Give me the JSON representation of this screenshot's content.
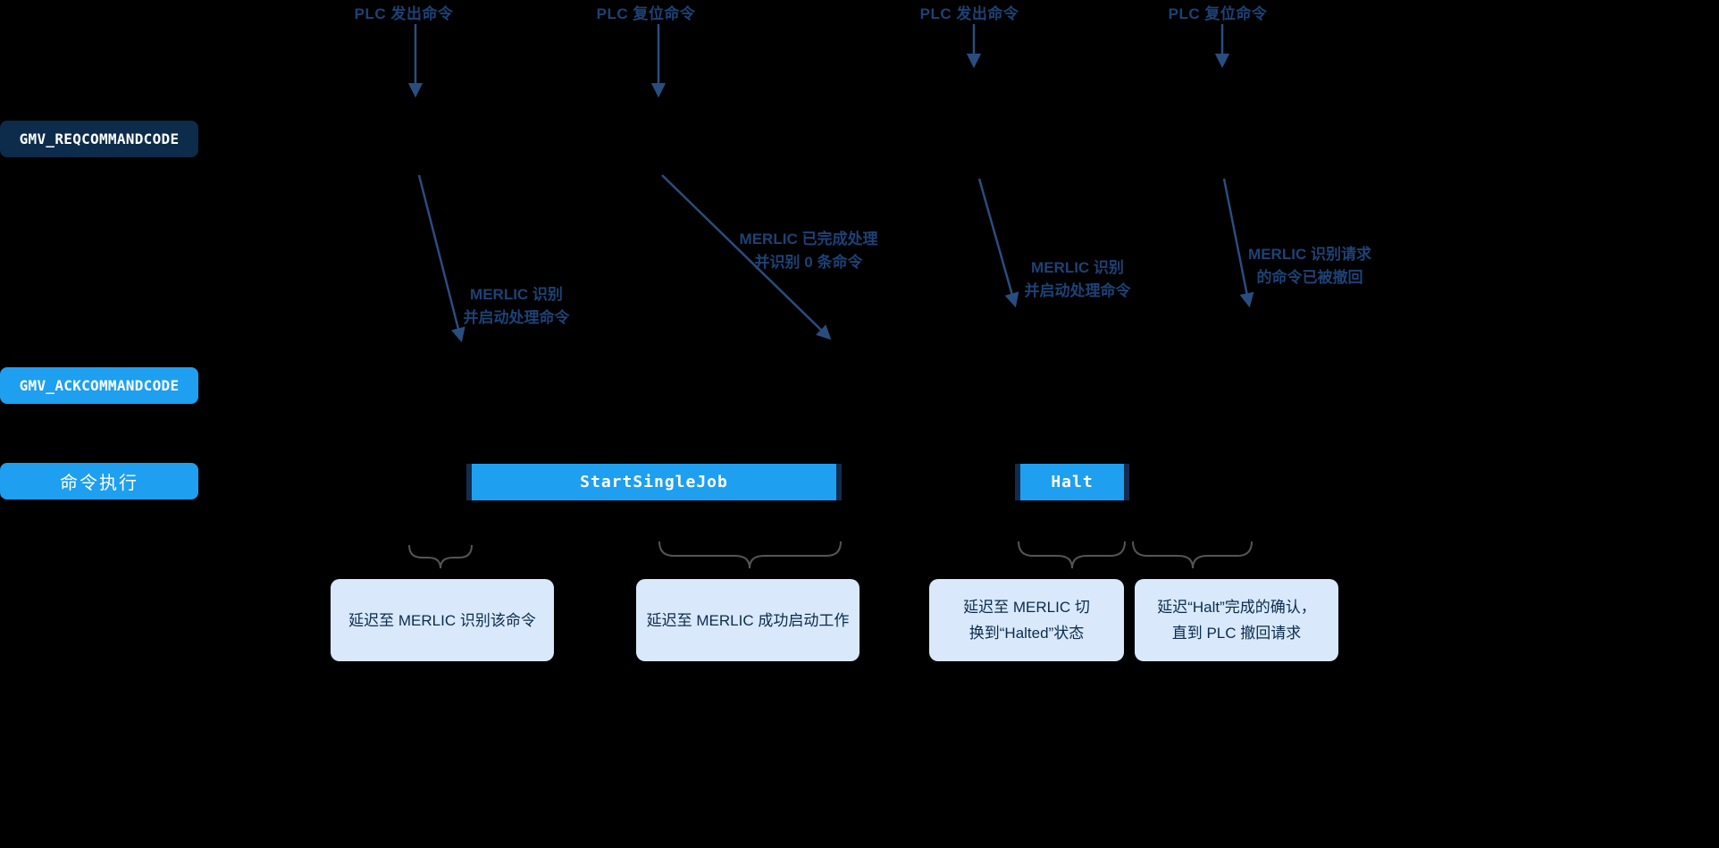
{
  "diagram": {
    "events": [
      {
        "label": "PLC 发出命令"
      },
      {
        "label": "PLC 复位命令"
      },
      {
        "label": "PLC 发出命令"
      },
      {
        "label": "PLC 复位命令"
      }
    ],
    "rows": {
      "req": "GMV_REQCOMMANDCODE",
      "ack": "GMV_ACKCOMMANDCODE",
      "exec": "命令执行"
    },
    "annotations": [
      {
        "line1": "MERLIC 识别",
        "line2": "并启动处理命令"
      },
      {
        "line1": "MERLIC 已完成处理",
        "line2": "并识别 0 条命令"
      },
      {
        "line1": "MERLIC 识别",
        "line2": "并启动处理命令"
      },
      {
        "line1": "MERLIC 识别请求",
        "line2": "的命令已被撤回"
      }
    ],
    "commands": [
      {
        "label": "StartSingleJob"
      },
      {
        "label": "Halt"
      }
    ],
    "delays": [
      {
        "lines": [
          "延迟至 MERLIC 识别该命令",
          ""
        ]
      },
      {
        "lines": [
          "延迟至 MERLIC 成功启动工作",
          ""
        ]
      },
      {
        "lines": [
          "延迟至 MERLIC 切",
          "换到“Halted”状态"
        ]
      },
      {
        "lines": [
          "延迟“Halt”完成的确认，",
          "直到 PLC 撤回请求"
        ]
      }
    ],
    "colors": {
      "background": "#000000",
      "req_box": "#0d2b4b",
      "accent_blue": "#1e9ff0",
      "delay_box_bg": "#d9e9fb",
      "delay_text": "#0a2b4d",
      "label_blue": "#1d4276",
      "arrow_blue": "#2a4d80",
      "brace_gray": "#555555"
    }
  }
}
